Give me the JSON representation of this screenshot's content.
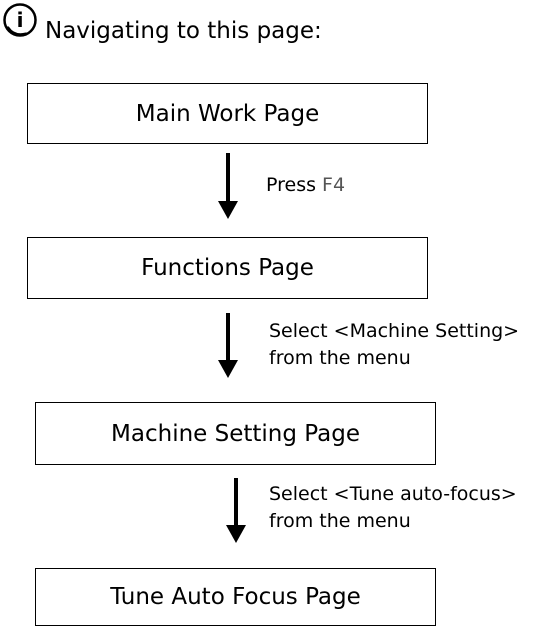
{
  "header": {
    "icon": "info-icon",
    "icon_glyph": "i",
    "text": "Navigating to this page:"
  },
  "steps": [
    {
      "page": "Main Work Page"
    },
    {
      "page": "Functions Page"
    },
    {
      "page": "Machine Setting Page"
    },
    {
      "page": "Tune Auto Focus Page"
    }
  ],
  "transitions": [
    {
      "text": "Press ",
      "key": "F4"
    },
    {
      "line1": "Select <Machine Setting>",
      "line2": "from the menu"
    },
    {
      "line1": "Select <Tune auto-focus>",
      "line2": "from the menu"
    }
  ],
  "colors": {
    "key": "#555555",
    "border": "#000000"
  }
}
